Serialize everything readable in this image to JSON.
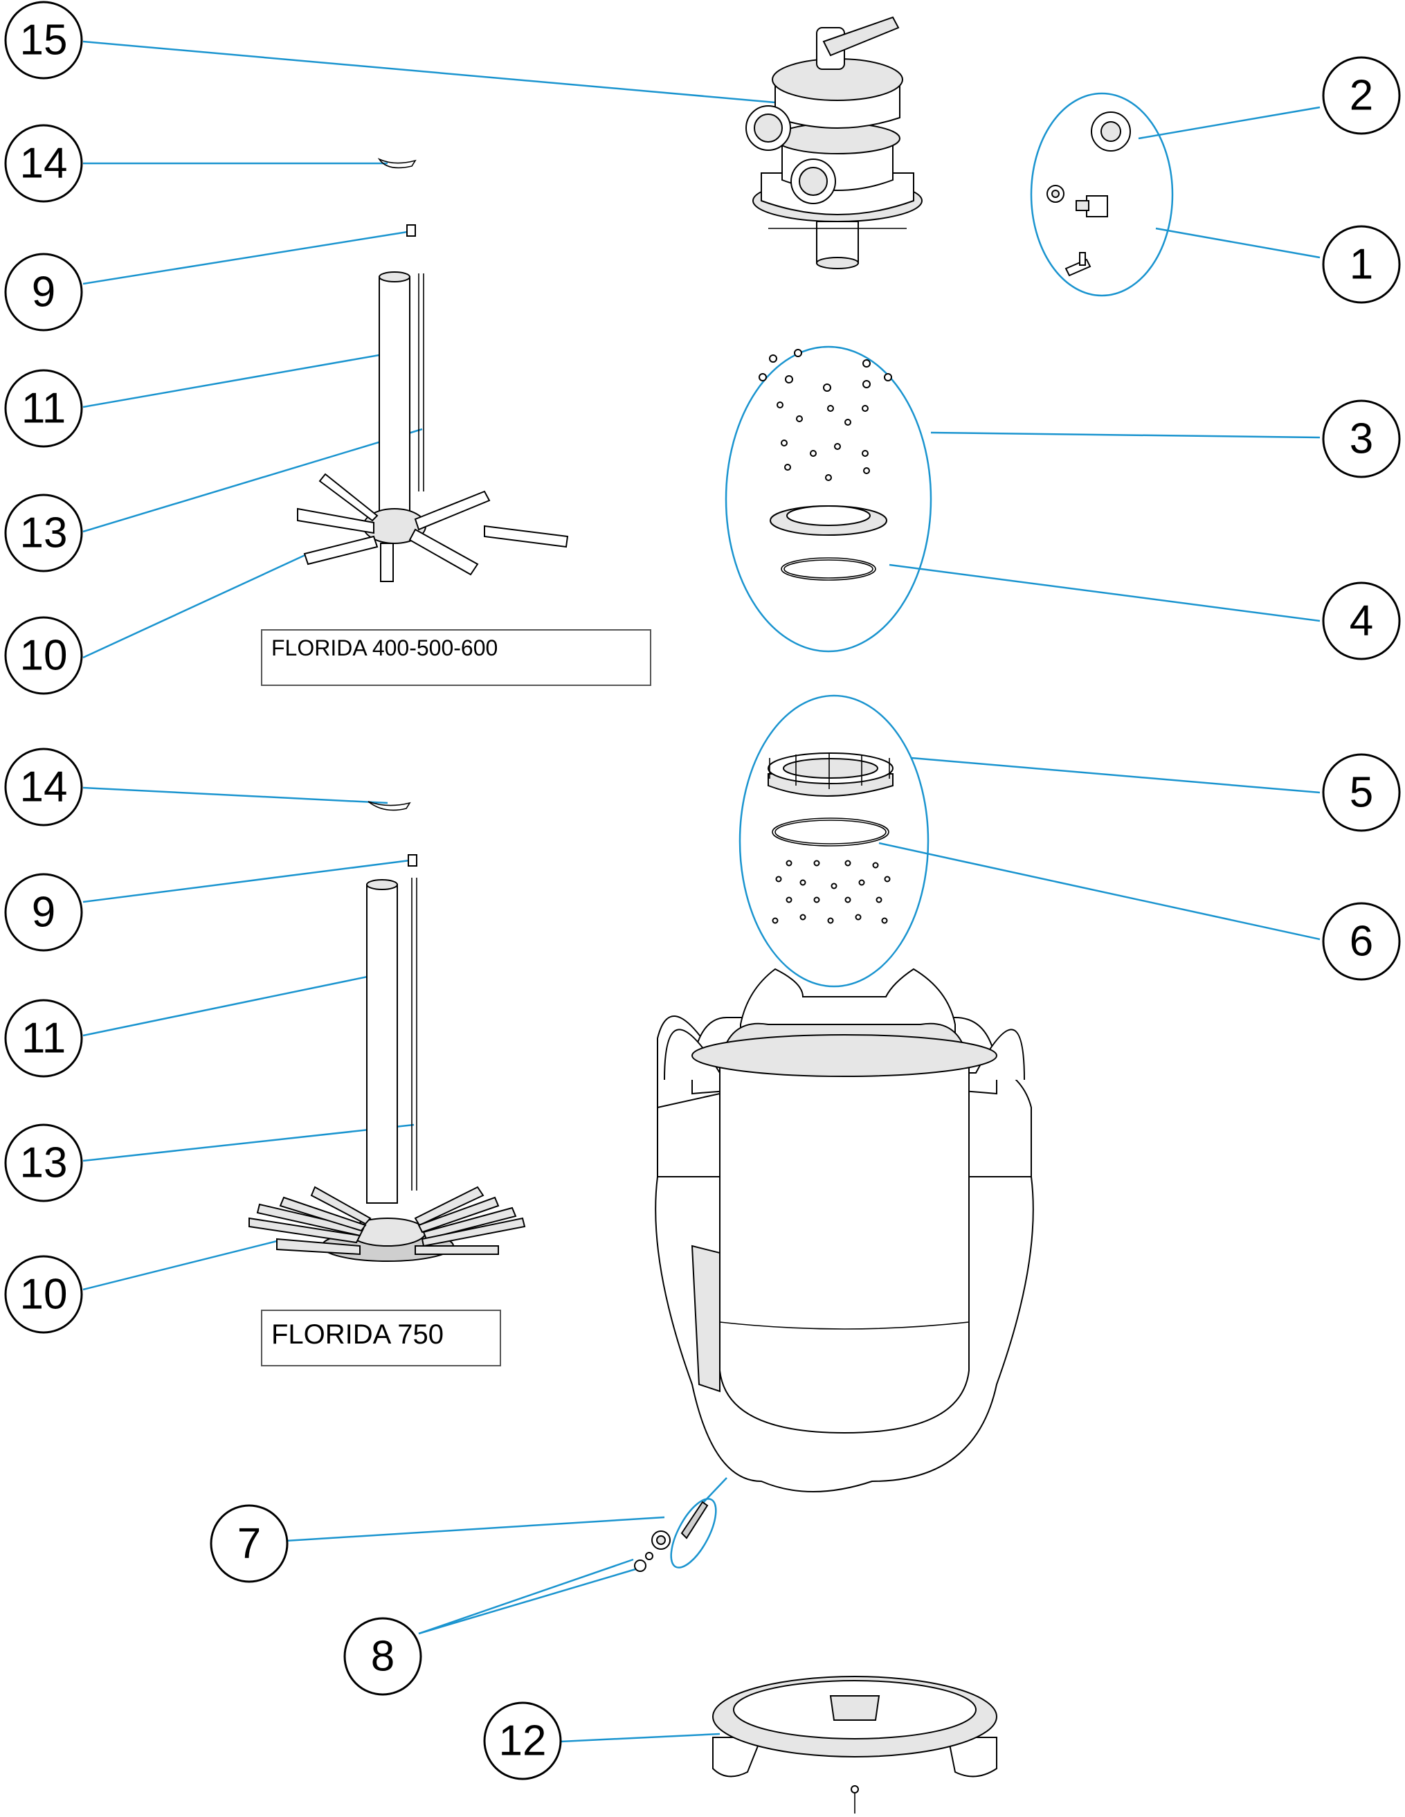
{
  "callouts": {
    "c15a": "15",
    "c14a": "14",
    "c9a": "9",
    "c11a": "11",
    "c13a": "13",
    "c10a": "10",
    "c14b": "14",
    "c9b": "9",
    "c11b": "11",
    "c13b": "13",
    "c10b": "10",
    "c2": "2",
    "c1": "1",
    "c3": "3",
    "c4": "4",
    "c5": "5",
    "c6": "6",
    "c7": "7",
    "c8": "8",
    "c12": "12"
  },
  "model_labels": {
    "top": "FLORIDA 400-500-600",
    "bottom": "FLORIDA 750"
  },
  "colors": {
    "leader": "#1a94cf",
    "outline": "#000000"
  }
}
